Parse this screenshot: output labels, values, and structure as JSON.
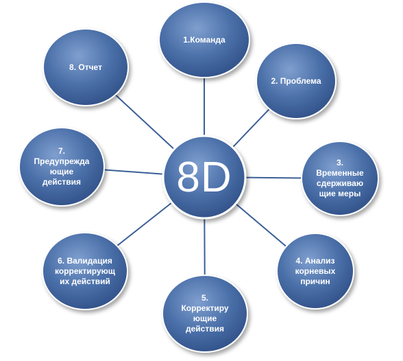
{
  "hub": {
    "label": "8D"
  },
  "nodes": [
    {
      "id": "team",
      "label": "1.Команда"
    },
    {
      "id": "problem",
      "label": "2. Проблема"
    },
    {
      "id": "containment",
      "label": "3.\nВременные\nсдерживаю\nщие меры"
    },
    {
      "id": "root-cause",
      "label": "4. Анализ\nкорневых\nпричин"
    },
    {
      "id": "corrective",
      "label": "5.\nКорректиру\nющие\nдействия"
    },
    {
      "id": "validation",
      "label": "6. Валидация\nкорректирующ\nих действий"
    },
    {
      "id": "preventive",
      "label": "7.\nПредупрежда\nющие\nдействия"
    },
    {
      "id": "report",
      "label": "8. Отчет"
    }
  ],
  "colors": {
    "node_fill_light": "#6f8fc0",
    "node_fill": "#4a6fa8",
    "node_fill_dark": "#2f4f86",
    "node_stroke": "#ffffff",
    "connector": "#3b5f96"
  }
}
